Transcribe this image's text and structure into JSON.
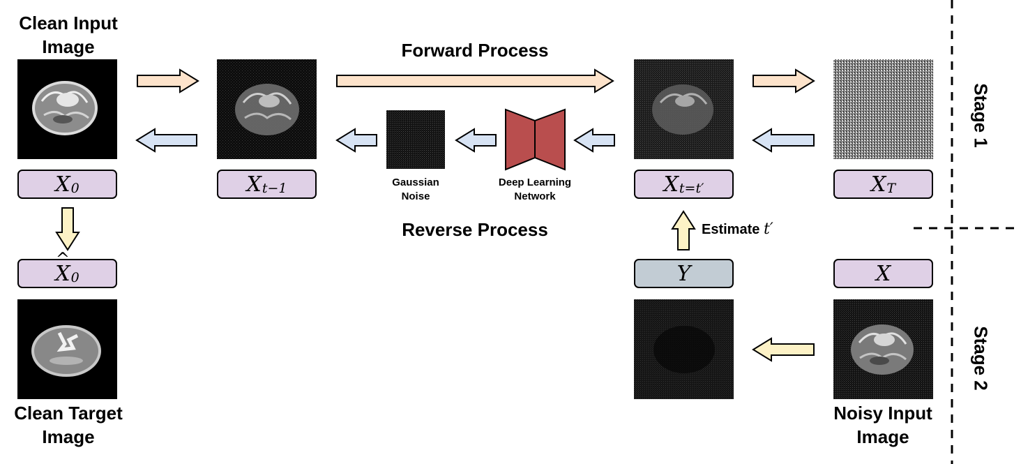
{
  "labels": {
    "clean_input": [
      "Clean Input",
      "Image"
    ],
    "clean_target": [
      "Clean Target",
      "Image"
    ],
    "noisy_input": [
      "Noisy Input",
      "Image"
    ],
    "forward_process": "Forward Process",
    "reverse_process": "Reverse Process",
    "gaussian_noise": [
      "Gaussian",
      "Noise"
    ],
    "deep_learning": [
      "Deep Learning",
      "Network"
    ],
    "estimate": "Estimate",
    "estimate_symbol": "t′",
    "stage1": "Stage 1",
    "stage2": "Stage 2"
  },
  "boxes": {
    "x0": {
      "base": "X",
      "sub": "0"
    },
    "xt1": {
      "base": "X",
      "sub": "t−1"
    },
    "xtt": {
      "base": "X",
      "sub": "t=t′"
    },
    "xT": {
      "base": "X",
      "sub": "T"
    },
    "x0hat": {
      "base": "X",
      "sub": "0"
    },
    "y": {
      "base": "Y",
      "sub": ""
    },
    "x": {
      "base": "X",
      "sub": ""
    }
  },
  "colors": {
    "forward_arrow": "#fde3cb",
    "reverse_arrow": "#d7e3f4",
    "vertical_arrow": "#fdf2c6",
    "network": "#b94e4e",
    "box_purple": "#dfd0e6",
    "box_grey": "#c2ccd4"
  }
}
